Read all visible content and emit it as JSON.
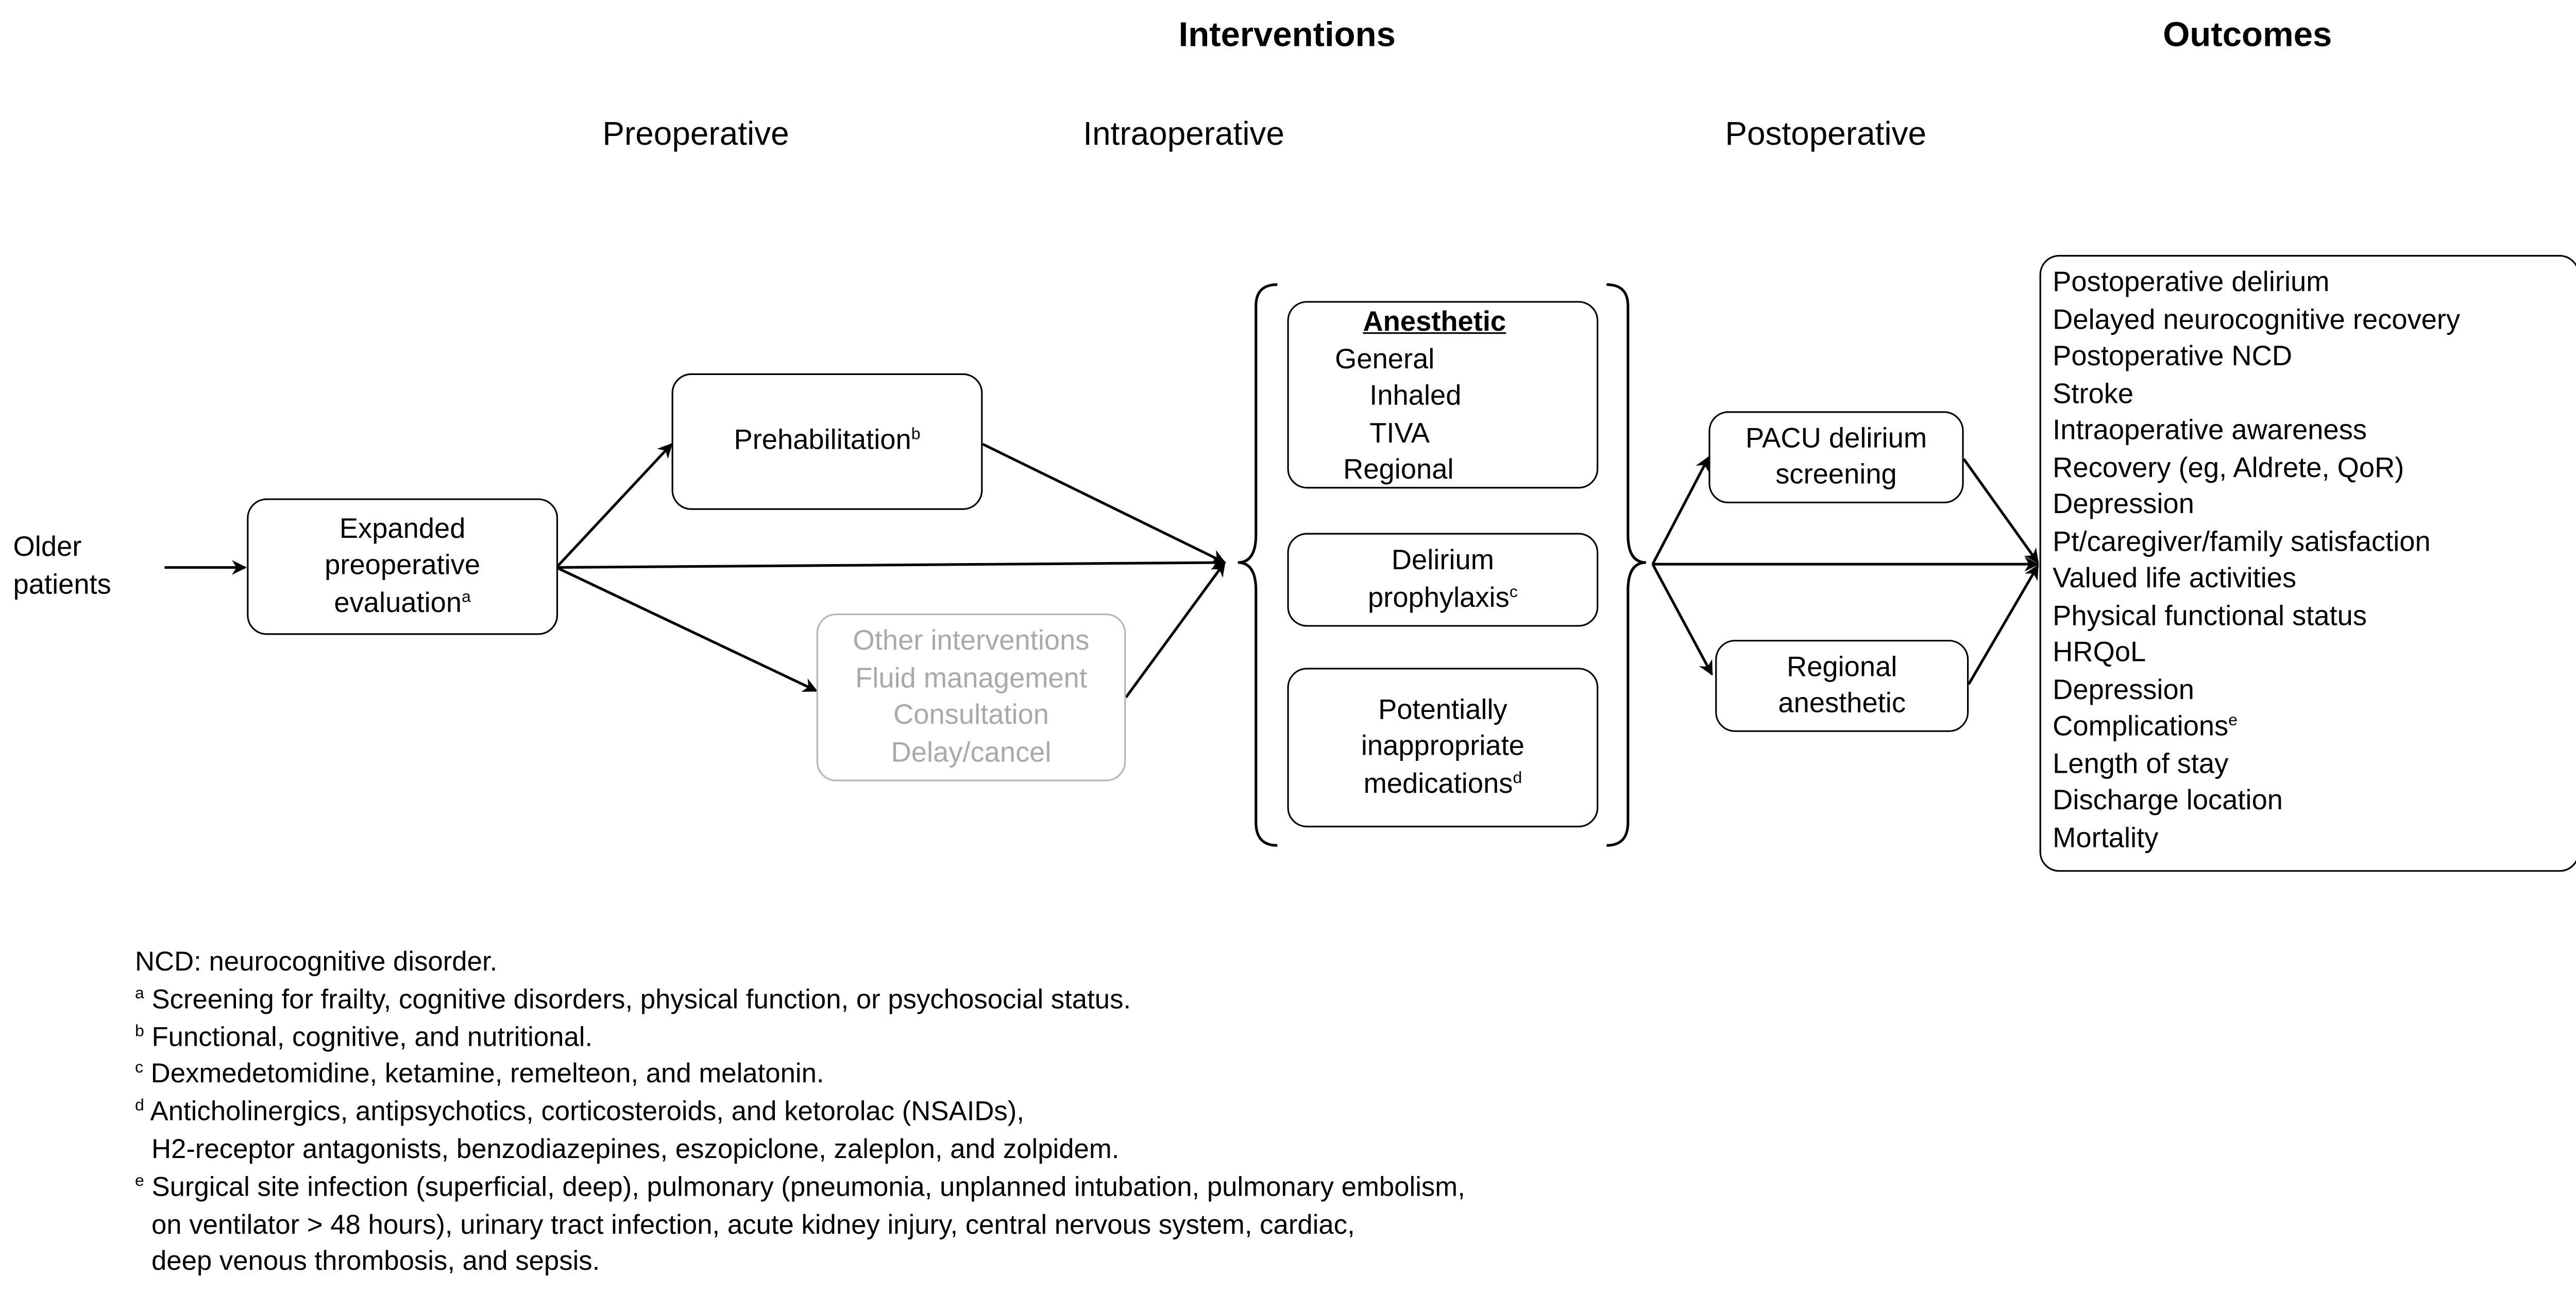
{
  "headers": {
    "interventions": "Interventions",
    "outcomes": "Outcomes",
    "preoperative": "Preoperative",
    "intraoperative": "Intraoperative",
    "postoperative": "Postoperative"
  },
  "nodes": {
    "older_patients": [
      "Older",
      "patients"
    ],
    "expanded_eval": {
      "lines": [
        "Expanded",
        "preoperative",
        "evaluation"
      ],
      "footnote": "a"
    },
    "prehabilitation": {
      "label": "Prehabilitation",
      "footnote": "b"
    },
    "other_interventions": [
      "Other interventions",
      "Fluid management",
      "Consultation",
      "Delay/cancel"
    ],
    "anesthetic": {
      "title": "Anesthetic",
      "items": [
        "General",
        "Inhaled",
        "TIVA",
        "Regional"
      ]
    },
    "delirium_prophylaxis": {
      "lines": [
        "Delirium",
        "prophylaxis"
      ],
      "footnote": "c"
    },
    "inappropriate_meds": {
      "lines": [
        "Potentially",
        "inappropriate",
        "medications"
      ],
      "footnote": "d"
    },
    "pacu_screening": [
      "PACU delirium",
      "screening"
    ],
    "regional_anesthetic": [
      "Regional",
      "anesthetic"
    ]
  },
  "outcomes": [
    "Postoperative delirium",
    "Delayed neurocognitive recovery",
    "Postoperative NCD",
    "Stroke",
    "Intraoperative awareness",
    "Recovery (eg, Aldrete, QoR)",
    "Depression",
    "Pt/caregiver/family satisfaction",
    "Valued life activities",
    "Physical functional status",
    "HRQoL",
    "Depression",
    "Complications",
    "Length of stay",
    "Discharge location",
    "Mortality"
  ],
  "outcome_footnote": {
    "index": 12,
    "mark": "e"
  },
  "notes": {
    "abbrev": "NCD: neurocognitive disorder.",
    "a": {
      "mark": "a",
      "text": "Screening for frailty, cognitive disorders, physical function, or psychosocial status."
    },
    "b": {
      "mark": "b",
      "text": "Functional, cognitive, and nutritional."
    },
    "c": {
      "mark": "c",
      "text": "Dexmedetomidine, ketamine, remelteon, and melatonin."
    },
    "d": {
      "mark": "d",
      "lines": [
        "Anticholinergics, antipsychotics, corticosteroids, and ketorolac (NSAIDs),",
        "H2-receptor antagonists, benzodiazepines, eszopiclone, zaleplon, and zolpidem."
      ]
    },
    "e": {
      "mark": "e",
      "lines": [
        "Surgical site infection (superficial, deep), pulmonary (pneumonia, unplanned intubation, pulmonary embolism,",
        "on ventilator > 48 hours), urinary tract infection, acute kidney injury, central nervous system, cardiac,",
        "deep venous thrombosis, and sepsis."
      ]
    }
  },
  "colors": {
    "line": "#000000",
    "muted_border": "#b5b5b5",
    "muted_text": "#a9a9a9"
  }
}
